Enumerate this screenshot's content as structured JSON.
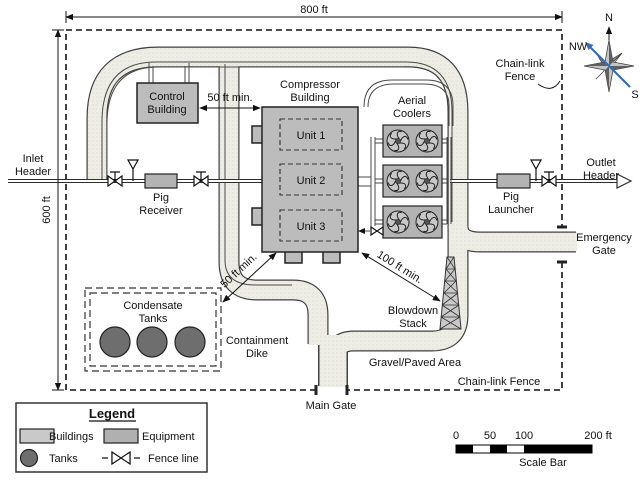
{
  "diagram": {
    "dimensions": {
      "width_label": "800 ft",
      "height_label": "600 ft",
      "control_offset": "50 ft min.",
      "dike_offset": "50 ft min.",
      "stack_offset": "100 ft min."
    },
    "headers": {
      "inlet": [
        "Inlet",
        "Header"
      ],
      "outlet": [
        "Outlet",
        "Header"
      ]
    },
    "buildings": {
      "control": [
        "Control",
        "Building"
      ],
      "compressor": [
        "Compressor",
        "Building"
      ],
      "units": [
        "Unit 1",
        "Unit 2",
        "Unit 3"
      ]
    },
    "equipment": {
      "aerial_coolers": [
        "Aerial",
        "Coolers"
      ],
      "pig_receiver": [
        "Pig",
        "Receiver"
      ],
      "pig_launcher": [
        "Pig",
        "Launcher"
      ],
      "blowdown_stack": [
        "Blowdown",
        "Stack"
      ],
      "condensate_tanks": [
        "Condensate",
        "Tanks"
      ]
    },
    "site": {
      "containment_dike": [
        "Containment",
        "Dike"
      ],
      "gravel_paved": "Gravel/Paved Area",
      "fence_top": [
        "Chain-link",
        "Fence"
      ],
      "fence_bottom": "Chain-link Fence",
      "main_gate": "Main Gate",
      "emergency_gate": [
        "Emergency",
        "Gate"
      ]
    },
    "compass": {
      "n": "N",
      "nw": "NW",
      "s": "S"
    },
    "legend": {
      "title": "Legend",
      "buildings": "Buildings",
      "equipment": "Equipment",
      "tanks": "Tanks",
      "fence_line": "Fence line"
    },
    "scale_bar": {
      "tick0": "0",
      "tick50": "50",
      "tick100": "100",
      "tick200": "200 ft",
      "caption": "Scale Bar"
    },
    "colors": {
      "road": "#edece5",
      "road_edge": "#3f3f3f",
      "building": "#bcbcbc",
      "equipment": "#b3b3b3",
      "tank": "#6e6e6e",
      "fan_face": "#c8c8c8",
      "stack": "#c9c9c9",
      "compass_blue": "#3a6cb4"
    }
  }
}
